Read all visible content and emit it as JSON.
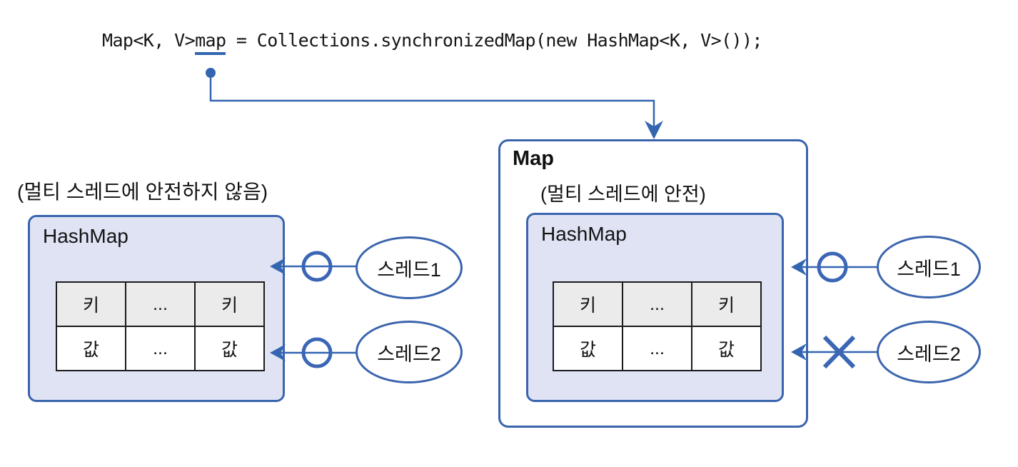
{
  "code_line": {
    "before": "Map<K, V>",
    "variable": "map",
    "after": " = Collections.synchronizedMap(new HashMap<K, V>());"
  },
  "left_panel": {
    "caption": "(멀티 스레드에 안전하지 않음)",
    "title": "HashMap",
    "table": {
      "header_row": [
        "키",
        "...",
        "키"
      ],
      "value_row": [
        "값",
        "...",
        "값"
      ]
    },
    "thread1": {
      "label": "스레드1",
      "access": "allowed"
    },
    "thread2": {
      "label": "스레드2",
      "access": "allowed"
    }
  },
  "right_panel": {
    "title": "Map",
    "caption": "(멀티 스레드에 안전)",
    "inner_title": "HashMap",
    "table": {
      "header_row": [
        "키",
        "...",
        "키"
      ],
      "value_row": [
        "값",
        "...",
        "값"
      ]
    },
    "thread1": {
      "label": "스레드1",
      "access": "allowed"
    },
    "thread2": {
      "label": "스레드2",
      "access": "blocked"
    }
  },
  "icons": {
    "allowed": "circle-icon",
    "blocked": "x-icon",
    "pointer": "left-arrowhead-icon",
    "connector": "down-arrowhead-icon"
  },
  "colors": {
    "accent_blue": "#3465b1",
    "symbol_blue": "#3b66b5",
    "box_fill": "#dfe3f4",
    "table_header_fill": "#ebebeb",
    "table_border": "#1b1b1b",
    "text": "#111111"
  }
}
